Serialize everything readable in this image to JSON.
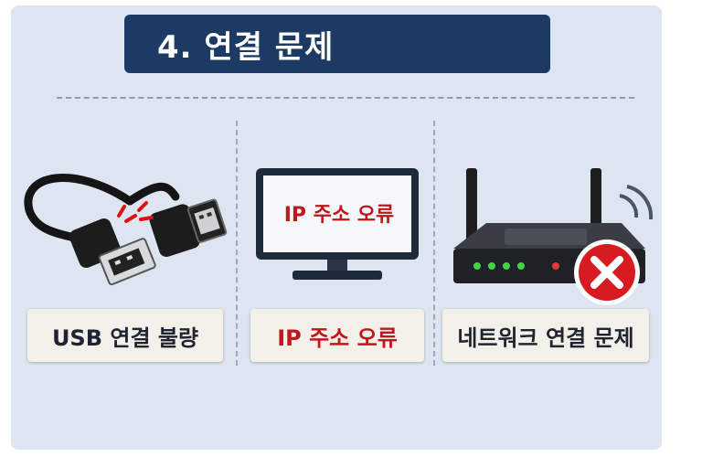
{
  "title": "4. 연결 문제",
  "items": [
    {
      "label": "USB 연결 불량",
      "icon": "usb-cable-icon"
    },
    {
      "label": "IP 주소 오류",
      "screen_text": "IP 주소 오류",
      "icon": "monitor-icon"
    },
    {
      "label": "네트워크 연결 문제",
      "icon": "router-error-icon"
    }
  ],
  "colors": {
    "banner": "#1c3a63",
    "panel": "#dde6f0",
    "error_red": "#c0161c"
  }
}
